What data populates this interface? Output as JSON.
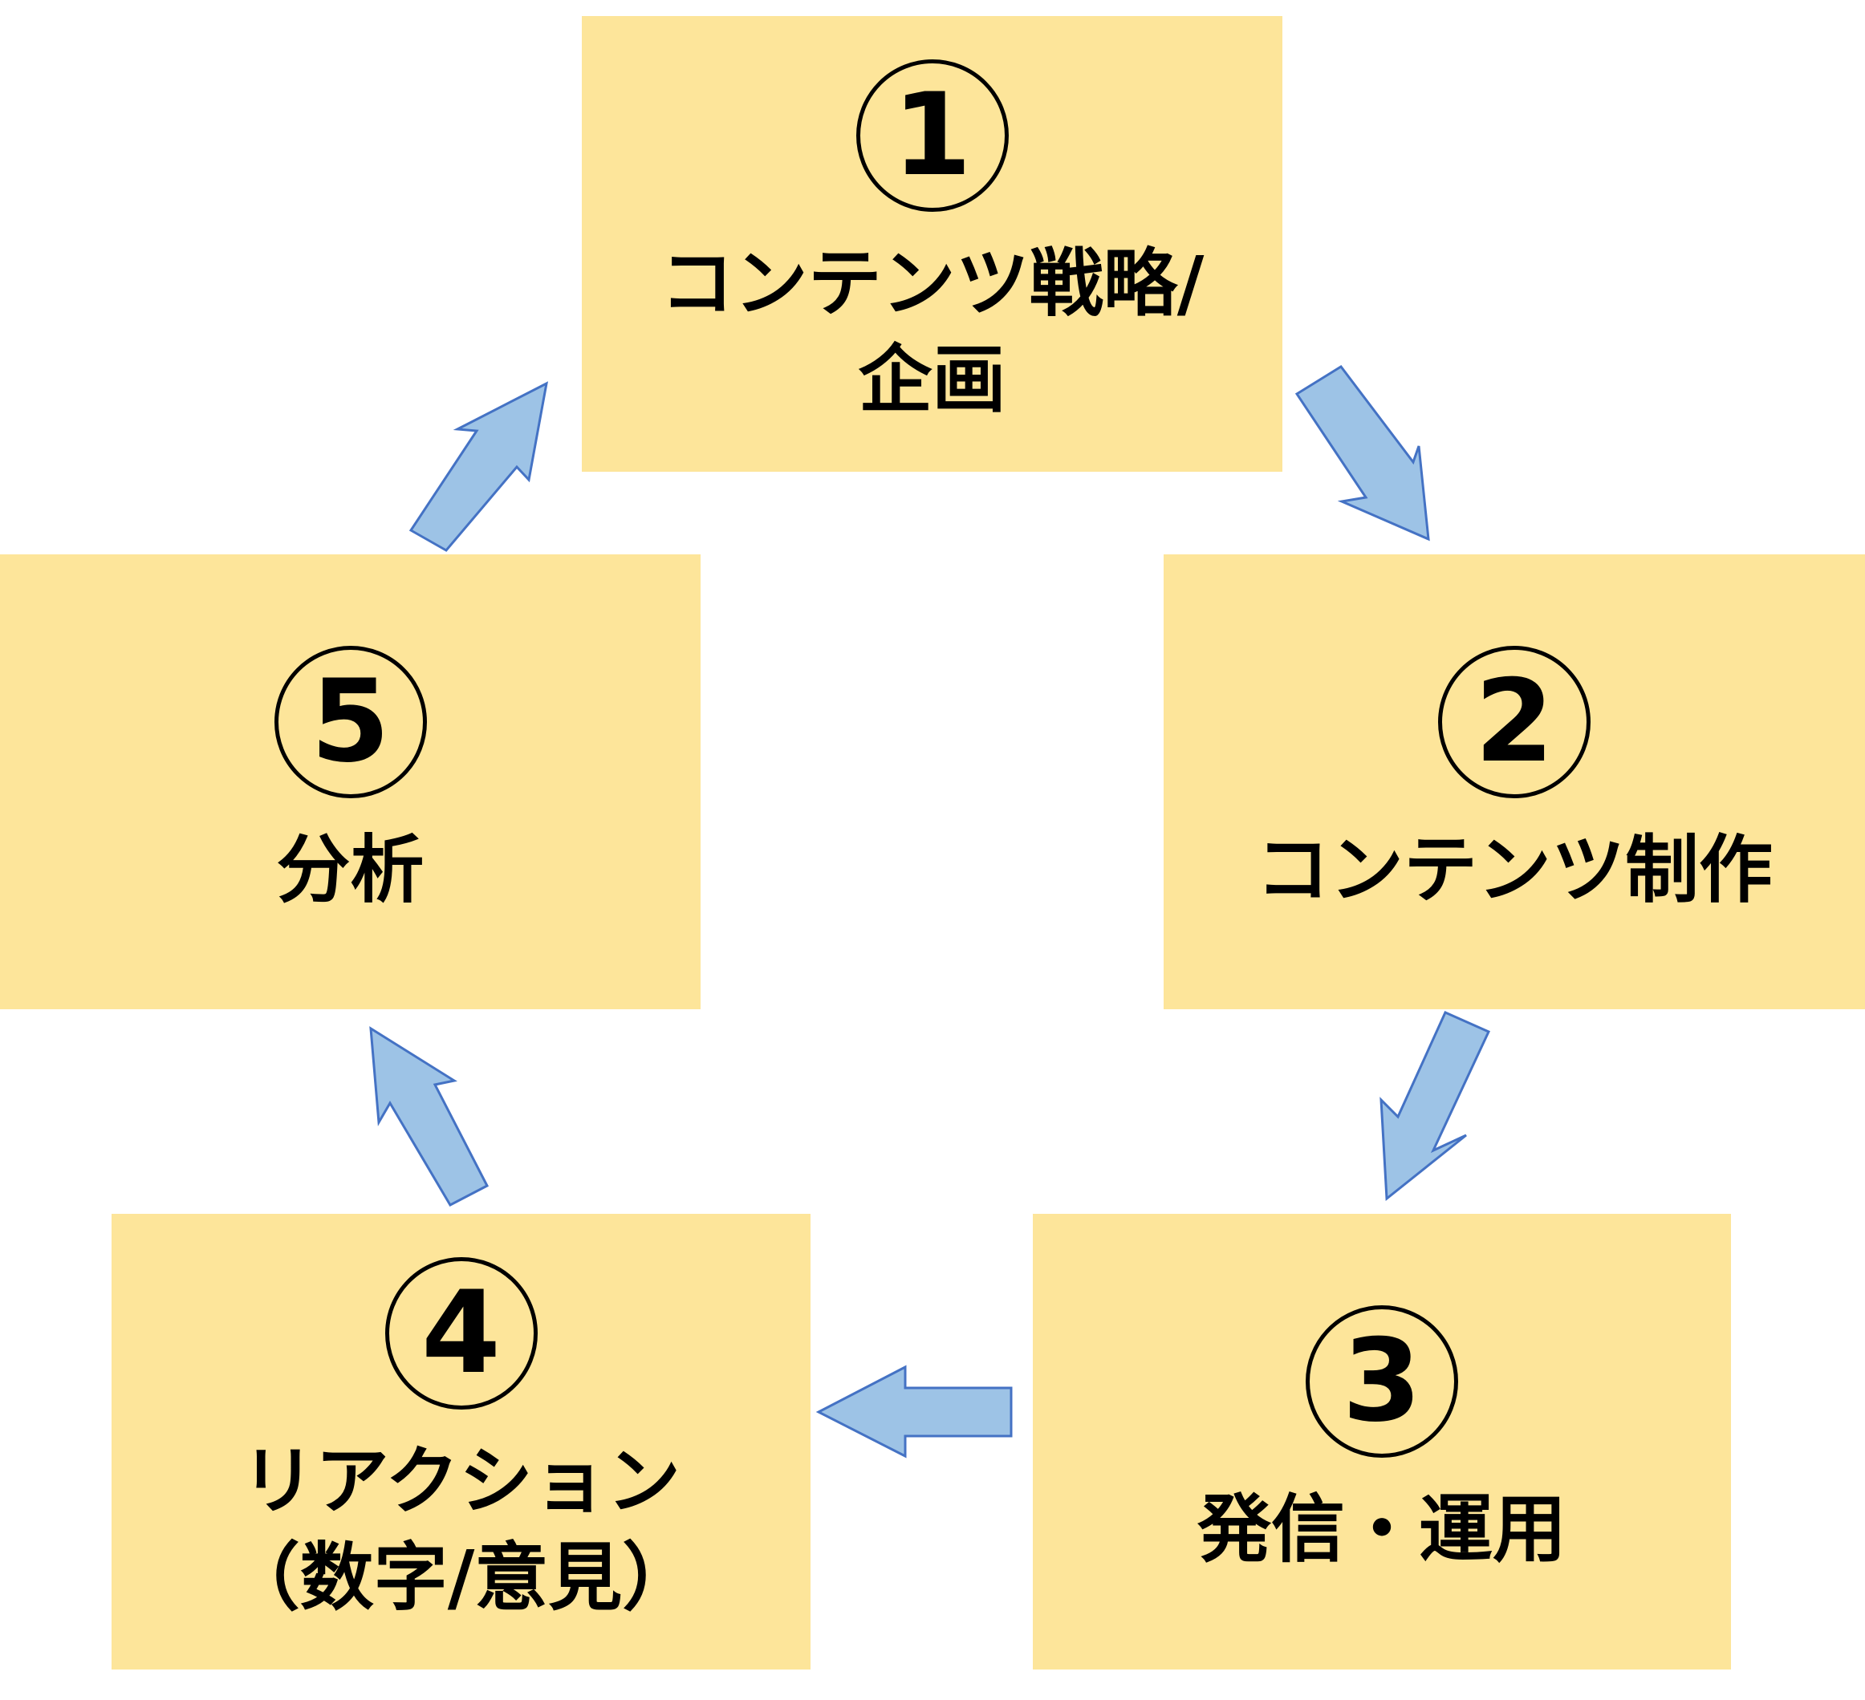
{
  "diagram": {
    "type": "cycle",
    "colors": {
      "box_fill": "#fde59a",
      "arrow_fill": "#9dc3e6",
      "arrow_stroke": "#4472c4",
      "text": "#000000"
    },
    "steps": [
      {
        "number": "1",
        "label": "コンテンツ戦略/\n企画"
      },
      {
        "number": "2",
        "label": "コンテンツ制作"
      },
      {
        "number": "3",
        "label": "発信・運用"
      },
      {
        "number": "4",
        "label": "リアクション\n（数字/意見）"
      },
      {
        "number": "5",
        "label": "分析"
      }
    ],
    "flow": [
      {
        "from": "1",
        "to": "2"
      },
      {
        "from": "2",
        "to": "3"
      },
      {
        "from": "3",
        "to": "4"
      },
      {
        "from": "4",
        "to": "5"
      },
      {
        "from": "5",
        "to": "1"
      }
    ]
  }
}
